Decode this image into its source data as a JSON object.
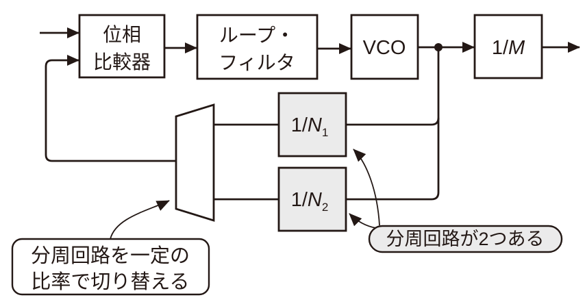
{
  "colors": {
    "line": "#231815",
    "text": "#231815",
    "divider_box_fill": "#ebebeb",
    "note_pill_fill": "#ebebeb",
    "background": "#ffffff"
  },
  "blocks": {
    "phase_comparator": {
      "line1": "位相",
      "line2": "比較器"
    },
    "loop_filter": {
      "line1": "ループ・",
      "line2": "フィルタ"
    },
    "vco": {
      "label": "VCO"
    },
    "output_divider": {
      "numerator": "1/",
      "symbol": "M"
    },
    "divider1": {
      "numerator": "1/",
      "symbol": "N",
      "subscript": "1"
    },
    "divider2": {
      "numerator": "1/",
      "symbol": "N",
      "subscript": "2"
    }
  },
  "callouts": {
    "switch_note": {
      "line1": "分周回路を一定の",
      "line2": "比率で切り替える"
    },
    "two_dividers_note": {
      "label": "分周回路が2つある"
    }
  }
}
